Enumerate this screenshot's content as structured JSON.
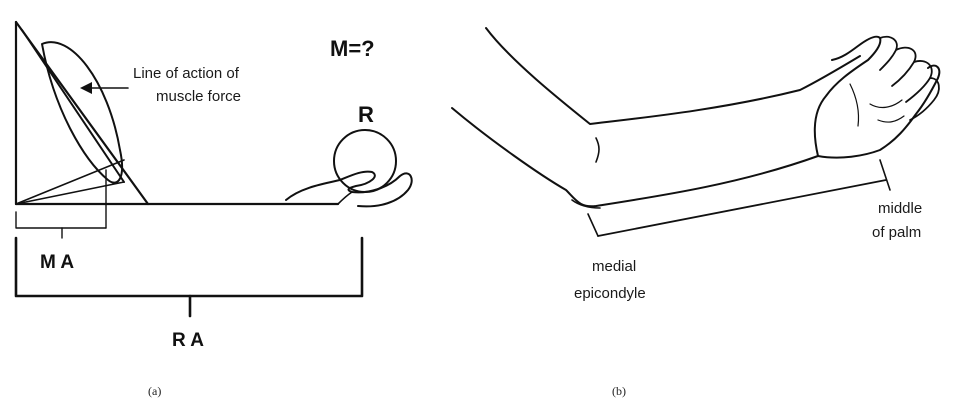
{
  "panel_a": {
    "muscle_label_line1": "Line of action of",
    "muscle_label_line2": "muscle force",
    "moment_label": "M=?",
    "resistance_label": "R",
    "moment_arm_label": "M A",
    "resistance_arm_label": "R A",
    "caption": "(a)"
  },
  "panel_b": {
    "landmark_left_line1": "medial",
    "landmark_left_line2": "epicondyle",
    "landmark_right_line1": "middle",
    "landmark_right_line2": "of palm",
    "caption": "(b)"
  },
  "colors": {
    "ink": "#111111",
    "background": "#ffffff"
  }
}
